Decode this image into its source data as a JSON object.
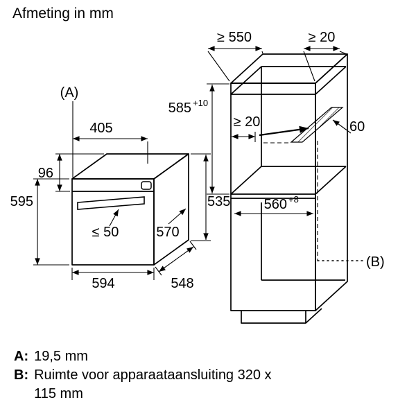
{
  "title": "Afmeting in mm",
  "oven": {
    "ref_label": "(A)",
    "dims": {
      "top_depth": "405",
      "control_panel_height": "96",
      "height": "595",
      "handle_clearance": "≤ 50",
      "depth_with_door": "570",
      "rear_height": "535",
      "width": "594",
      "body_depth": "548"
    }
  },
  "niche": {
    "ref_label": "(B)",
    "dims": {
      "top_depth": "≥ 550",
      "top_wall_gap": "≥ 20",
      "height": "585",
      "height_tol": "+10",
      "rear_gap": "≥ 20",
      "connection_strip": "60",
      "depth": "560",
      "depth_tol": "+8"
    }
  },
  "footnotes": {
    "a_label": "A:",
    "a_text": "19,5 mm",
    "b_label": "B:",
    "b_text": "Ruimte voor apparaataansluiting 320 x 115 mm"
  }
}
